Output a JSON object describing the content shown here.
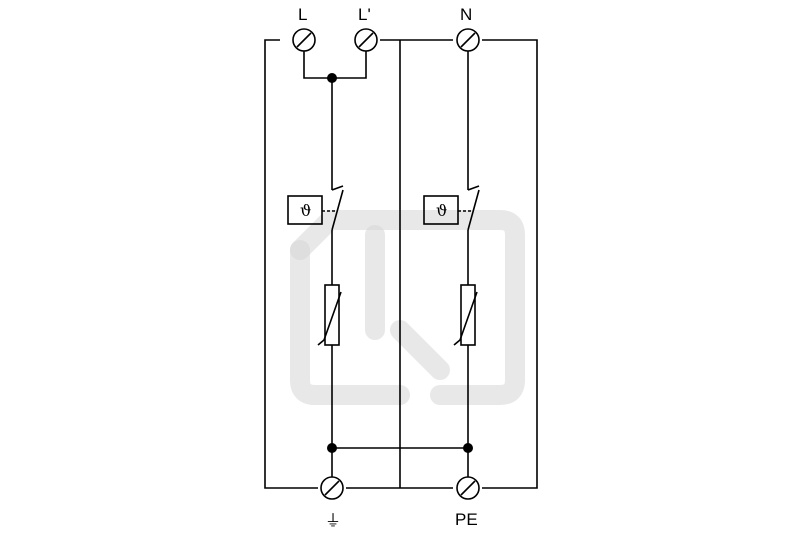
{
  "labels": {
    "terminal_l": "L",
    "terminal_l_prime": "L'",
    "terminal_n": "N",
    "terminal_pe": "PE",
    "earth_symbol": "⏚"
  },
  "thermal_symbol": "ϑ"
}
